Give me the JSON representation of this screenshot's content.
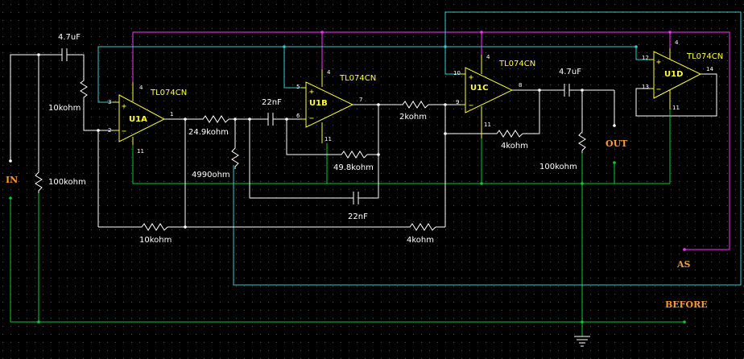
{
  "components": {
    "c_in": {
      "value": "4.7uF"
    },
    "r_in_series": {
      "value": "10kohm"
    },
    "r_in_shunt": {
      "value": "100kohm"
    },
    "r_249": {
      "value": "24.9kohm"
    },
    "r_4990": {
      "value": "4990ohm"
    },
    "c_22a": {
      "value": "22nF"
    },
    "r_498": {
      "value": "49.8kohm"
    },
    "c_22b": {
      "value": "22nF"
    },
    "r_2k": {
      "value": "2kohm"
    },
    "r_4k_fb": {
      "value": "4kohm"
    },
    "r_10k_bottom": {
      "value": "10kohm"
    },
    "r_4k_bottom": {
      "value": "4kohm"
    },
    "c_out": {
      "value": "4.7uF"
    },
    "r_out": {
      "value": "100kohm"
    }
  },
  "opamps": [
    {
      "ref": "U1A",
      "part": "TL074CN",
      "pins": {
        "plus": "3",
        "minus": "2",
        "out": "1",
        "vpos": "4",
        "vneg": "11"
      }
    },
    {
      "ref": "U1B",
      "part": "TL074CN",
      "pins": {
        "plus": "5",
        "minus": "6",
        "out": "7",
        "vpos": "4",
        "vneg": "11"
      }
    },
    {
      "ref": "U1C",
      "part": "TL074CN",
      "pins": {
        "plus": "10",
        "minus": "9",
        "out": "8",
        "vpos": "4",
        "vneg": "11"
      }
    },
    {
      "ref": "U1D",
      "part": "TL074CN",
      "pins": {
        "plus": "12",
        "minus": "13",
        "out": "14",
        "vpos": "4",
        "vneg": "11"
      }
    }
  ],
  "symbols": {
    "plus": "+",
    "minus": "−"
  },
  "ports": {
    "in": "IN",
    "out": "OUT",
    "as": "AS",
    "before": "BEFORE"
  },
  "colors": {
    "background": "#000000",
    "wire": "#ffffff",
    "ground_net": "#00cc33",
    "vpos_net": "#ff33ff",
    "aux_net": "#33cccc",
    "component": "#ffff33",
    "port_label": "#ff9933"
  }
}
